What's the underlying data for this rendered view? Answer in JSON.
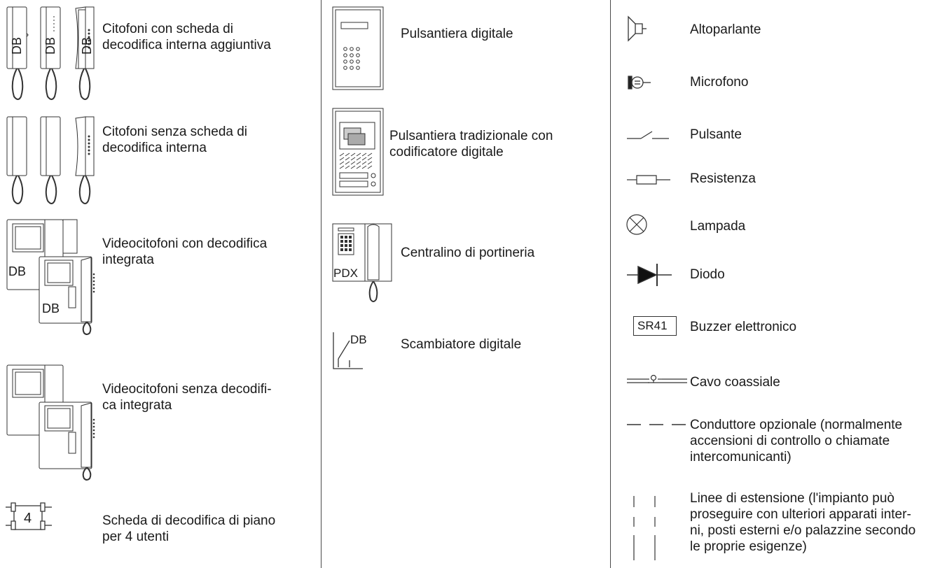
{
  "col1": {
    "item1": {
      "line1": "Citofoni con scheda di",
      "line2": "decodifica interna aggiuntiva",
      "tag": "DB"
    },
    "item2": {
      "line1": "Citofoni senza scheda di",
      "line2": "decodifica interna"
    },
    "item3": {
      "line1": "Videocitofoni con decodifica",
      "line2": "integrata",
      "tag": "DB"
    },
    "item4": {
      "line1": "Videocitofoni senza decodifi-",
      "line2": "ca integrata"
    },
    "item5": {
      "line1": "Scheda di decodifica di piano",
      "line2": "per 4 utenti",
      "number": "4"
    }
  },
  "col2": {
    "item1": {
      "label": "Pulsantiera digitale"
    },
    "item2": {
      "line1": "Pulsantiera tradizionale con",
      "line2": "codificatore digitale"
    },
    "item3": {
      "label": "Centralino di portineria",
      "tag": "PDX"
    },
    "item4": {
      "label": "Scambiatore digitale",
      "tag": "DB"
    }
  },
  "col3": {
    "altoparlante": "Altoparlante",
    "microfono": "Microfono",
    "pulsante": "Pulsante",
    "resistenza": "Resistenza",
    "lampada": "Lampada",
    "diodo": "Diodo",
    "buzzer": {
      "box": "SR41",
      "label": "Buzzer elettronico"
    },
    "cavo": "Cavo coassiale",
    "conduttore": [
      "Conduttore opzionale (normalmente",
      "accensioni di controllo o chiamate",
      "intercomunicanti)"
    ],
    "linee": [
      "Linee di estensione (l'impianto può",
      "proseguire con ulteriori apparati inter-",
      "ni, posti esterni e/o palazzine secondo",
      "le proprie esigenze)"
    ]
  }
}
